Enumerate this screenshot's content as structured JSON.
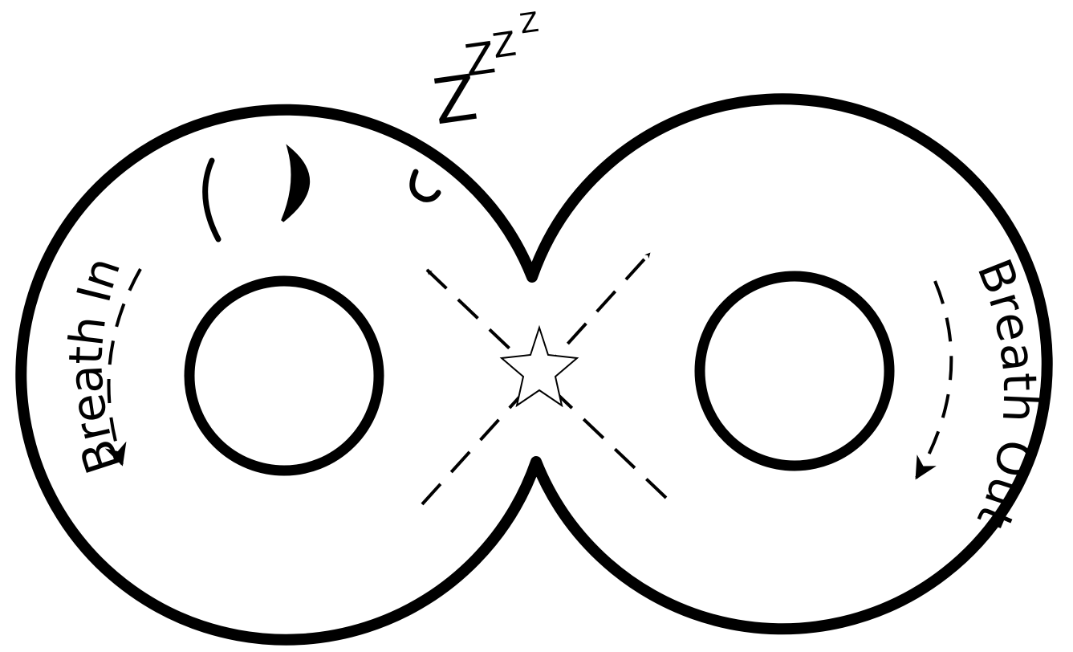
{
  "labels": {
    "breath_in": "Breath In",
    "breath_out": "Breath Out",
    "snore": [
      "Z",
      "Z",
      "Z",
      "Z"
    ]
  },
  "colors": {
    "ink": "#000000",
    "paper": "#ffffff"
  },
  "icons": {
    "center": "star-outline-icon",
    "face": "sleeping-face-icon"
  }
}
